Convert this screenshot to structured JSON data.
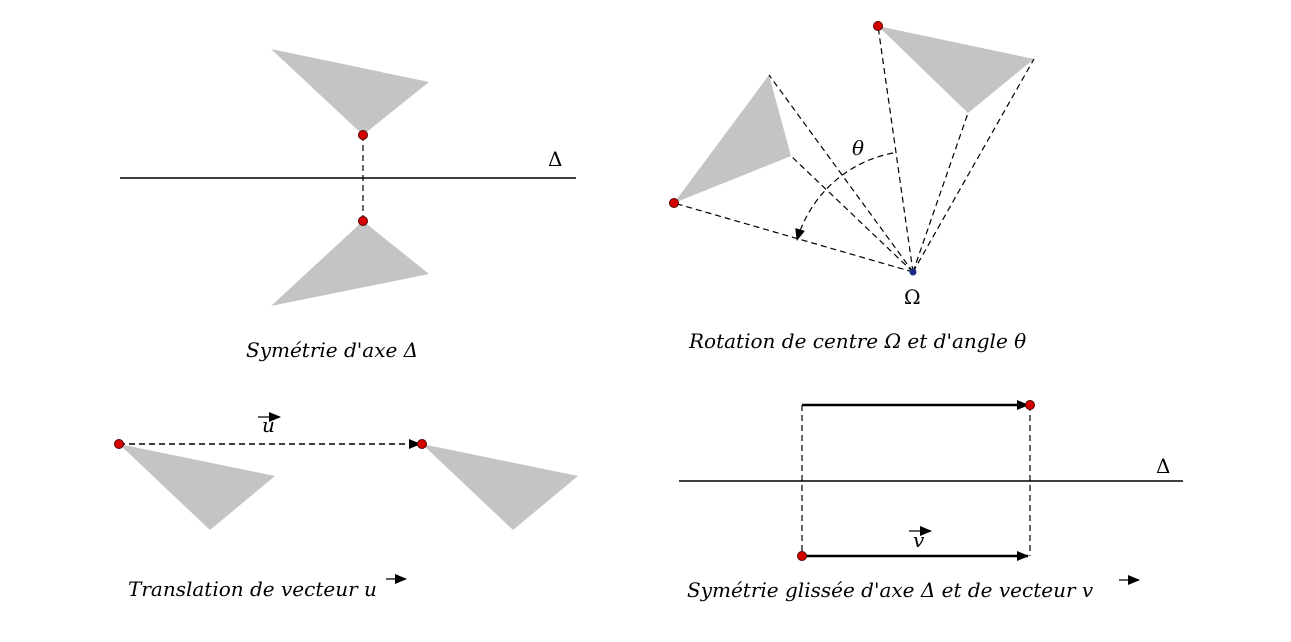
{
  "panels": {
    "symmetry": {
      "axis_label": "Δ",
      "caption": "Symétrie d'axe Δ"
    },
    "rotation": {
      "angle_label": "θ",
      "center_label": "Ω",
      "caption": "Rotation de centre Ω et d'angle θ"
    },
    "translation": {
      "vector_label": "u",
      "caption": "Translation  de vecteur u"
    },
    "glide": {
      "axis_label": "Δ",
      "vector_label": "v",
      "caption": "Symétrie glissée d'axe Δ et de vecteur v"
    }
  },
  "colors": {
    "shape_fill": "#c4c4c4",
    "point": "#d40000",
    "center": "#1a2a8a"
  }
}
